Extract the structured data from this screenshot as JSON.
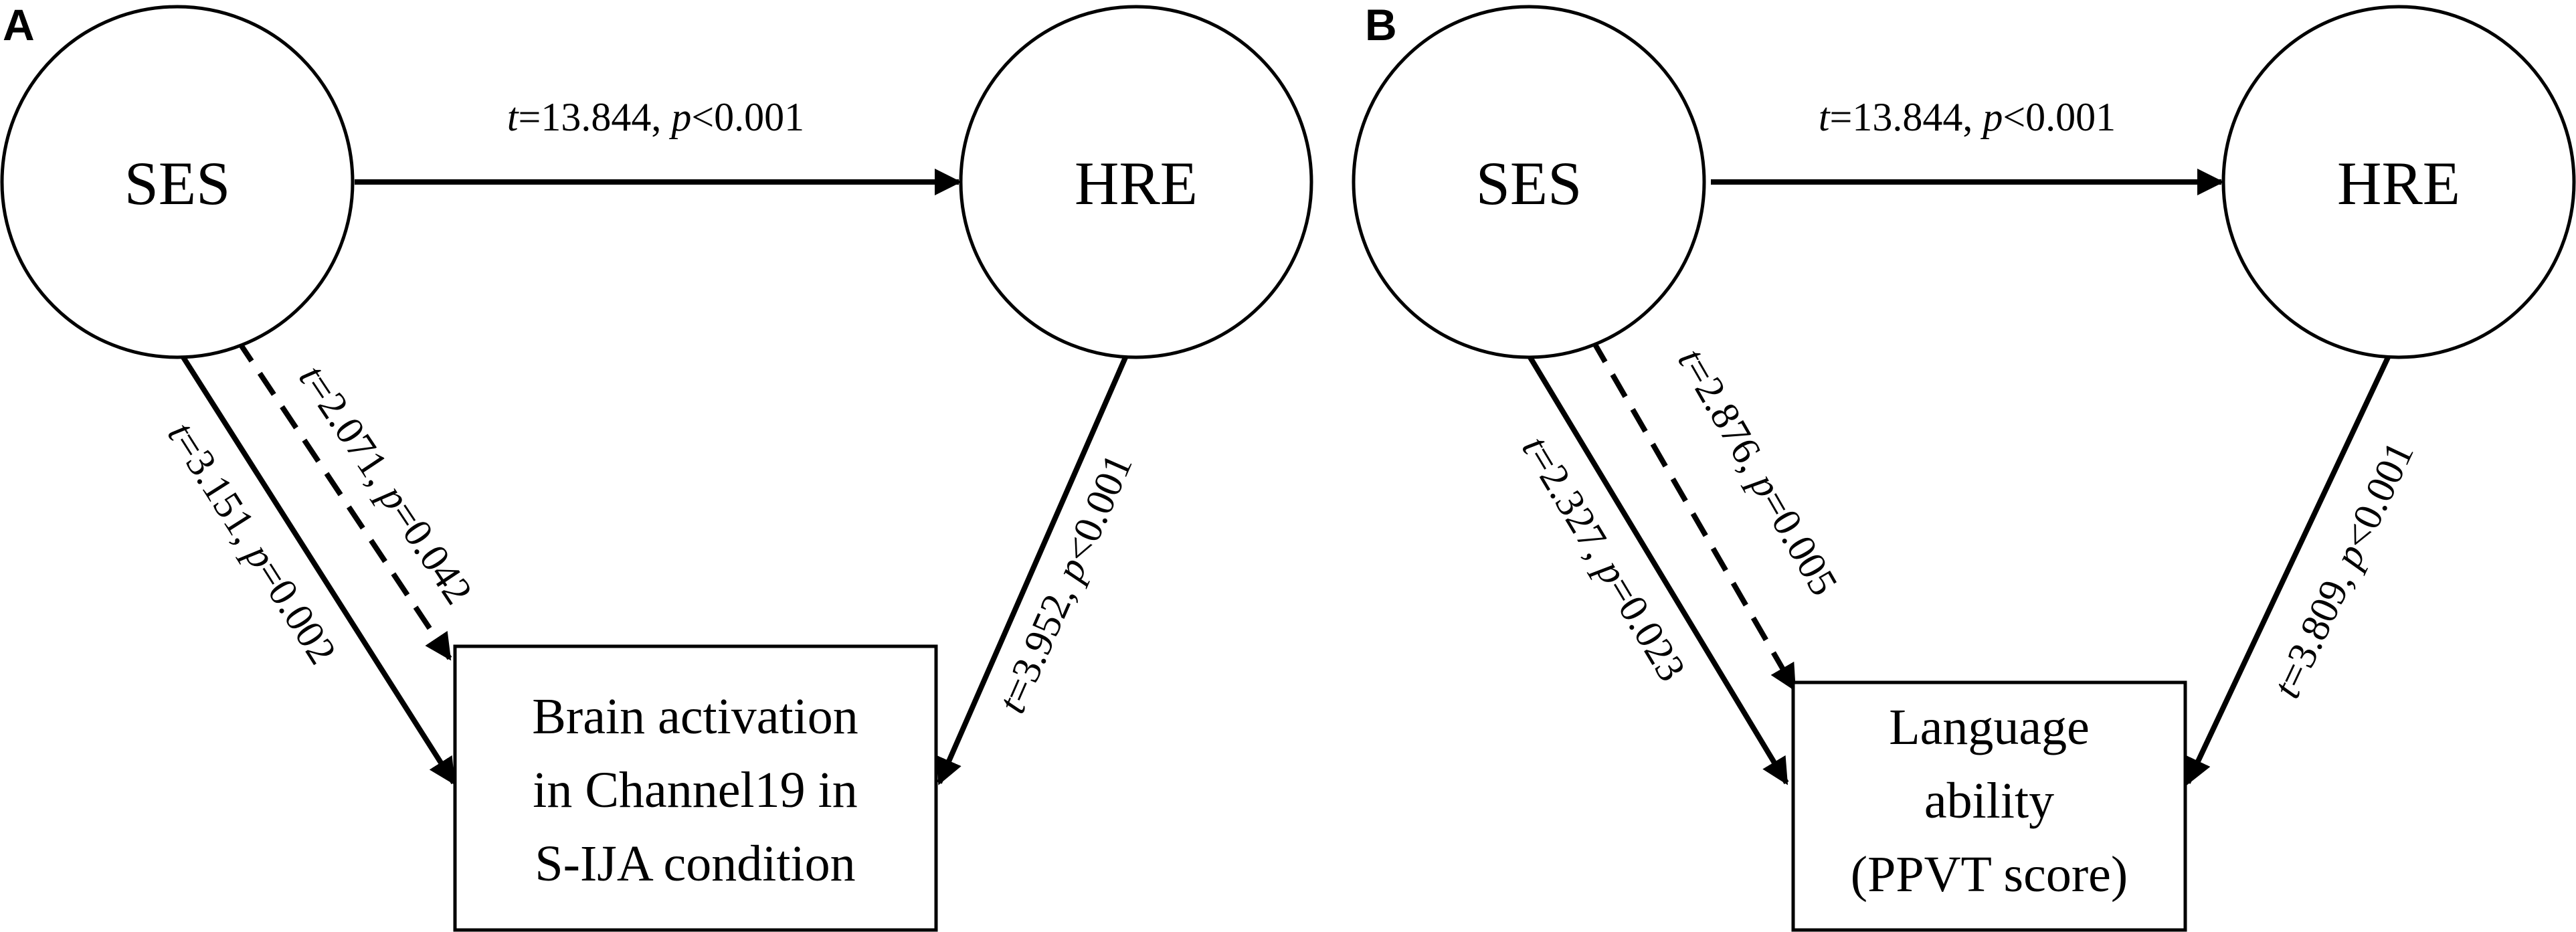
{
  "panels": [
    {
      "letter": "A",
      "nodes": {
        "ses": "SES",
        "hre": "HRE"
      },
      "outcome_lines": [
        "Brain activation",
        "in Channel19 in",
        "S-IJA condition"
      ],
      "edges": {
        "ses_hre": {
          "t_label": "t",
          "t_value": "=13.844, ",
          "p_label": "p",
          "p_value": "<0.001"
        },
        "hre_out": {
          "t_label": "t",
          "t_value": "=3.952, ",
          "p_label": "p",
          "p_value": "<0.001"
        },
        "ses_out": {
          "t_label": "t",
          "t_value": "=3.151, ",
          "p_label": "p",
          "p_value": "=0.002"
        },
        "indirect": {
          "t_label": "t",
          "t_value": "=2.071, ",
          "p_label": "p",
          "p_value": "=0.042"
        }
      }
    },
    {
      "letter": "B",
      "nodes": {
        "ses": "SES",
        "hre": "HRE"
      },
      "outcome_lines": [
        "Language",
        "ability",
        "(PPVT score)"
      ],
      "edges": {
        "ses_hre": {
          "t_label": "t",
          "t_value": "=13.844, ",
          "p_label": "p",
          "p_value": "<0.001"
        },
        "hre_out": {
          "t_label": "t",
          "t_value": "=3.809, ",
          "p_label": "p",
          "p_value": "<0.001"
        },
        "ses_out": {
          "t_label": "t",
          "t_value": "=2.327, ",
          "p_label": "p",
          "p_value": "=0.023"
        },
        "indirect": {
          "t_label": "t",
          "t_value": "=2.876, ",
          "p_label": "p",
          "p_value": "=0.005"
        }
      }
    }
  ]
}
